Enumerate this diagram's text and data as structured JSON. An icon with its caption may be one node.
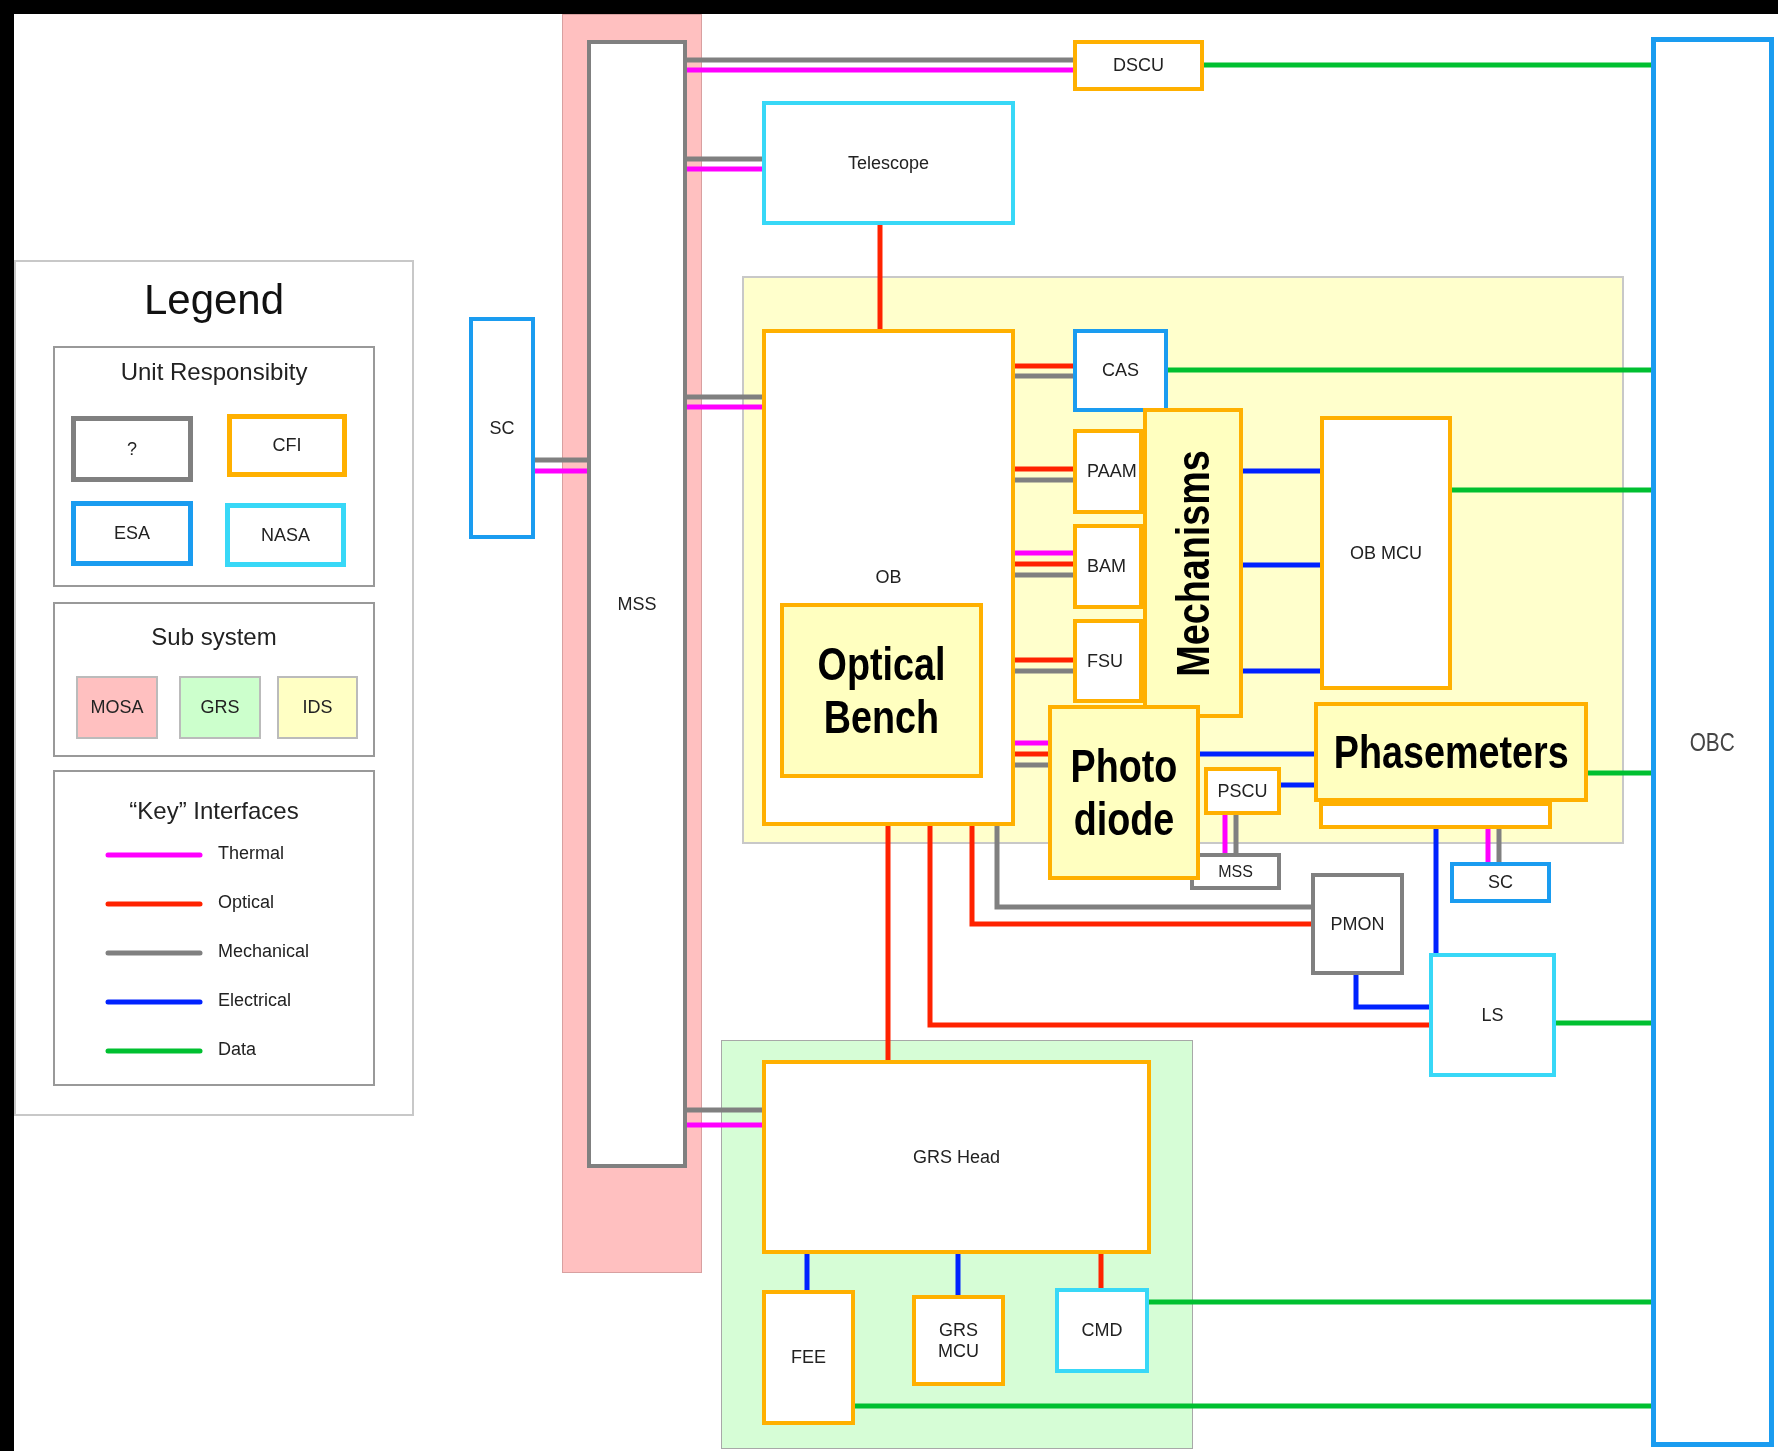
{
  "diagram": {
    "nodes": [
      {
        "text": [],
        "shape": "box"
      },
      {
        "text": [
          "MSS"
        ],
        "in": 0
      },
      {
        "text": [
          "DSCU"
        ]
      },
      {
        "text": [
          "OBC"
        ]
      },
      {
        "text": [
          "Telescope"
        ]
      },
      {
        "text": [],
        "shape": "box"
      },
      {
        "text": [
          "OB"
        ],
        "in": 5
      },
      {
        "text": [
          "Optical Bench"
        ],
        "in": 6
      },
      {
        "text": [
          "CAS"
        ],
        "in": 5
      },
      {
        "text": [
          "PAAM"
        ],
        "in": 5
      },
      {
        "text": [
          "BAM"
        ],
        "in": 5
      },
      {
        "text": [
          "FSU"
        ],
        "in": 5
      },
      {
        "text": [
          "Mechanisms"
        ],
        "in": 5
      },
      {
        "text": [
          "OB MCU"
        ],
        "in": 5
      },
      {
        "text": [
          "SC"
        ]
      },
      {
        "text": [],
        "shape": "box",
        "in": 5
      },
      {
        "text": [
          "Phasemeters"
        ],
        "in": 5
      },
      {
        "text": [
          "Photo diode"
        ]
      },
      {
        "text": [
          "PSCU"
        ],
        "in": 5
      },
      {
        "text": [
          "MSS"
        ]
      },
      {
        "text": [
          "SC"
        ]
      },
      {
        "text": [
          "PMON"
        ]
      },
      {
        "text": [
          "LS"
        ]
      },
      {
        "text": [],
        "shape": "box"
      },
      {
        "text": [
          "GRS Head"
        ],
        "in": 23
      },
      {
        "text": [
          "FEE"
        ],
        "in": 23
      },
      {
        "text": [
          "GRS MCU"
        ],
        "in": 23
      },
      {
        "text": [
          "CMD"
        ],
        "in": 23
      }
    ],
    "edges": [
      {
        "from": 1,
        "to": 2,
        "arrow": "none"
      },
      {
        "from": 1,
        "to": 2,
        "arrow": "none",
        "color": "#ff00ff"
      },
      {
        "from": 2,
        "to": 3,
        "arrow": "none",
        "color": "#00c030"
      },
      {
        "from": 1,
        "to": 4,
        "arrow": "none"
      },
      {
        "from": 1,
        "to": 4,
        "arrow": "none",
        "color": "#ff00ff"
      },
      {
        "from": 4,
        "to": 6,
        "arrow": "none",
        "color": "#ff2200"
      },
      {
        "from": 1,
        "to": 6,
        "arrow": "none"
      },
      {
        "from": 1,
        "to": 6,
        "arrow": "none",
        "color": "#ff00ff"
      },
      {
        "from": 14,
        "to": 1,
        "arrow": "none"
      },
      {
        "from": 14,
        "to": 1,
        "arrow": "none",
        "color": "#ff00ff"
      },
      {
        "from": 6,
        "to": 8,
        "arrow": "none",
        "color": "#ff2200"
      },
      {
        "from": 6,
        "to": 8,
        "arrow": "none"
      },
      {
        "from": 8,
        "to": 3,
        "arrow": "none",
        "color": "#00c030"
      },
      {
        "from": 6,
        "to": 9,
        "arrow": "none",
        "color": "#ff2200"
      },
      {
        "from": 6,
        "to": 9,
        "arrow": "none"
      },
      {
        "from": 6,
        "to": 10,
        "arrow": "none",
        "color": "#ff00ff"
      },
      {
        "from": 6,
        "to": 10,
        "arrow": "none",
        "color": "#ff2200"
      },
      {
        "from": 6,
        "to": 10,
        "arrow": "none"
      },
      {
        "from": 6,
        "to": 11,
        "arrow": "none",
        "color": "#ff2200"
      },
      {
        "from": 6,
        "to": 11,
        "arrow": "none"
      },
      {
        "from": 12,
        "to": 13,
        "arrow": "none",
        "color": "#0022ff"
      },
      {
        "from": 12,
        "to": 13,
        "arrow": "none",
        "color": "#0022ff"
      },
      {
        "from": 12,
        "to": 13,
        "arrow": "none",
        "color": "#0022ff"
      },
      {
        "from": 13,
        "to": 3,
        "arrow": "none",
        "color": "#00c030"
      },
      {
        "from": 6,
        "to": 17,
        "arrow": "none",
        "color": "#ff00ff"
      },
      {
        "from": 6,
        "to": 17,
        "arrow": "none",
        "color": "#ff2200"
      },
      {
        "from": 6,
        "to": 17,
        "arrow": "none"
      },
      {
        "from": 17,
        "to": 16,
        "arrow": "none",
        "color": "#0022ff"
      },
      {
        "from": 18,
        "to": 16,
        "arrow": "none",
        "color": "#0022ff"
      },
      {
        "from": 16,
        "to": 3,
        "arrow": "none",
        "color": "#00c030"
      },
      {
        "from": 18,
        "to": 19,
        "arrow": "none",
        "color": "#ff00ff"
      },
      {
        "from": 18,
        "to": 19,
        "arrow": "none"
      },
      {
        "from": 15,
        "to": 20,
        "arrow": "none",
        "color": "#ff00ff"
      },
      {
        "from": 15,
        "to": 20,
        "arrow": "none"
      },
      {
        "from": 15,
        "to": 22,
        "arrow": "none",
        "color": "#0022ff"
      },
      {
        "from": 6,
        "to": 21,
        "arrow": "none"
      },
      {
        "from": 6,
        "to": 21,
        "arrow": "none",
        "color": "#ff2200"
      },
      {
        "from": 21,
        "to": 22,
        "arrow": "none",
        "color": "#0022ff"
      },
      {
        "from": 6,
        "to": 22,
        "arrow": "none",
        "color": "#ff2200"
      },
      {
        "from": 22,
        "to": 3,
        "arrow": "none",
        "color": "#00c030"
      },
      {
        "from": 6,
        "to": 24,
        "arrow": "none",
        "color": "#ff2200"
      },
      {
        "from": 1,
        "to": 24,
        "arrow": "none"
      },
      {
        "from": 1,
        "to": 24,
        "arrow": "none",
        "color": "#ff00ff"
      },
      {
        "from": 24,
        "to": 25,
        "arrow": "none",
        "color": "#0022ff"
      },
      {
        "from": 24,
        "to": 26,
        "arrow": "none",
        "color": "#0022ff"
      },
      {
        "from": 24,
        "to": 27,
        "arrow": "none",
        "color": "#ff2200"
      },
      {
        "from": 27,
        "to": 3,
        "arrow": "none",
        "color": "#00c030"
      },
      {
        "from": 25,
        "to": 3,
        "arrow": "none",
        "color": "#00c030"
      }
    ],
    "labels": [
      "Legend",
      "Unit Responsibity",
      "Sub system",
      "“Key” Interfaces"
    ],
    "legend": [
      {
        "text": "?"
      },
      {
        "text": "CFI"
      },
      {
        "text": "ESA"
      },
      {
        "text": "NASA"
      },
      {
        "text": "MOSA",
        "color": "#ffc0c0"
      },
      {
        "text": "GRS",
        "color": "#ccffcc"
      },
      {
        "text": "IDS",
        "color": "#ffffc4"
      },
      {
        "text": "Thermal"
      },
      {
        "text": "Optical"
      },
      {
        "text": "Mechanical"
      },
      {
        "text": "Electrical"
      },
      {
        "text": "Data"
      }
    ]
  }
}
